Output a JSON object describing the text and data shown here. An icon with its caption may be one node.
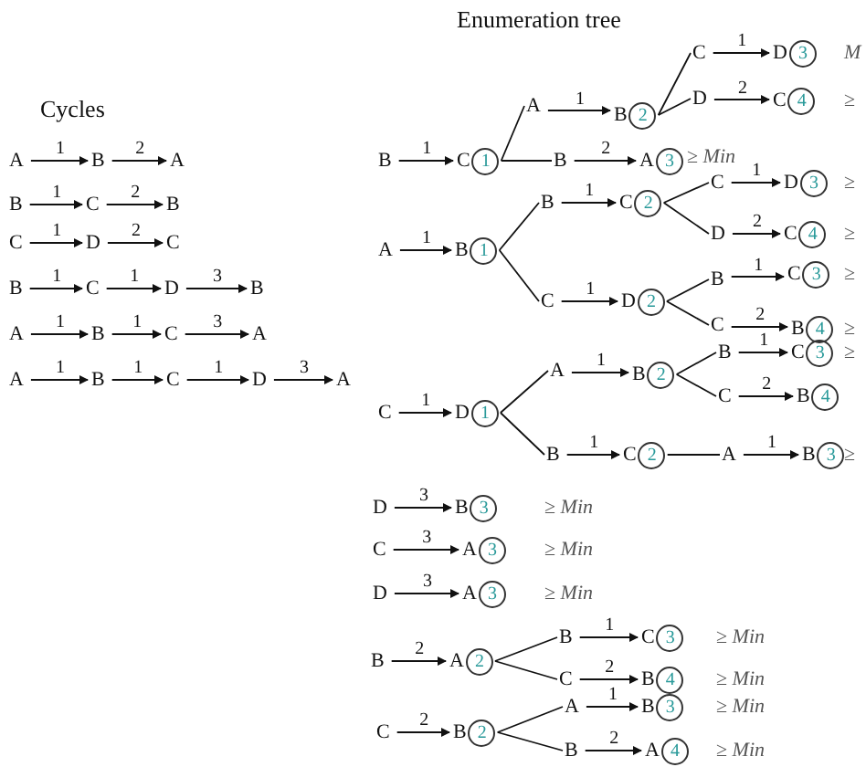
{
  "diagram": {
    "nodes": [
      {
        "text": [
          "A"
        ]
      },
      {
        "text": [
          "B"
        ]
      },
      {
        "text": [
          "A"
        ]
      },
      {
        "text": [
          "B"
        ]
      },
      {
        "text": [
          "C"
        ]
      },
      {
        "text": [
          "B"
        ]
      },
      {
        "text": [
          "C"
        ]
      },
      {
        "text": [
          "D"
        ]
      },
      {
        "text": [
          "C"
        ]
      },
      {
        "text": [
          "B"
        ]
      },
      {
        "text": [
          "C"
        ]
      },
      {
        "text": [
          "D"
        ]
      },
      {
        "text": [
          "B"
        ]
      },
      {
        "text": [
          "A"
        ]
      },
      {
        "text": [
          "B"
        ]
      },
      {
        "text": [
          "C"
        ]
      },
      {
        "text": [
          "A"
        ]
      },
      {
        "text": [
          "A"
        ]
      },
      {
        "text": [
          "B"
        ]
      },
      {
        "text": [
          "C"
        ]
      },
      {
        "text": [
          "D"
        ]
      },
      {
        "text": [
          "A"
        ]
      },
      {
        "text": [
          "B"
        ]
      },
      {
        "text": [
          "C",
          "1"
        ]
      },
      {
        "text": [
          "A"
        ]
      },
      {
        "text": [
          "B",
          "2"
        ]
      },
      {
        "text": [
          "C"
        ]
      },
      {
        "text": [
          "D",
          "3"
        ],
        "beside": [
          "*M*"
        ]
      },
      {
        "text": [
          "D"
        ]
      },
      {
        "text": [
          "C",
          "4"
        ],
        "beside": [
          "≥"
        ]
      },
      {
        "text": [
          "B"
        ]
      },
      {
        "text": [
          "A",
          "3"
        ],
        "beside": [
          "≥ *Min*"
        ]
      },
      {
        "text": [
          "A"
        ]
      },
      {
        "text": [
          "B",
          "1"
        ]
      },
      {
        "text": [
          "B"
        ]
      },
      {
        "text": [
          "C",
          "2"
        ]
      },
      {
        "text": [
          "C"
        ]
      },
      {
        "text": [
          "D",
          "3"
        ],
        "beside": [
          "≥"
        ]
      },
      {
        "text": [
          "D"
        ]
      },
      {
        "text": [
          "C",
          "4"
        ],
        "beside": [
          "≥"
        ]
      },
      {
        "text": [
          "C"
        ]
      },
      {
        "text": [
          "D",
          "2"
        ]
      },
      {
        "text": [
          "B"
        ]
      },
      {
        "text": [
          "C",
          "3"
        ],
        "beside": [
          "≥"
        ]
      },
      {
        "text": [
          "C"
        ]
      },
      {
        "text": [
          "B",
          "4"
        ],
        "beside": [
          "≥"
        ]
      },
      {
        "text": [
          "C"
        ]
      },
      {
        "text": [
          "D",
          "1"
        ]
      },
      {
        "text": [
          "A"
        ]
      },
      {
        "text": [
          "B",
          "2"
        ]
      },
      {
        "text": [
          "B"
        ]
      },
      {
        "text": [
          "C",
          "3"
        ],
        "beside": [
          "≥"
        ]
      },
      {
        "text": [
          "C"
        ]
      },
      {
        "text": [
          "B",
          "4"
        ]
      },
      {
        "text": [
          "B"
        ]
      },
      {
        "text": [
          "C",
          "2"
        ]
      },
      {
        "text": [
          "A"
        ]
      },
      {
        "text": [
          "B",
          "3"
        ],
        "beside": [
          "≥"
        ]
      },
      {
        "text": [
          "D"
        ]
      },
      {
        "text": [
          "B",
          "3"
        ],
        "beside": [
          "≥ *Min*"
        ]
      },
      {
        "text": [
          "C"
        ]
      },
      {
        "text": [
          "A",
          "3"
        ],
        "beside": [
          "≥ *Min*"
        ]
      },
      {
        "text": [
          "D"
        ]
      },
      {
        "text": [
          "A",
          "3"
        ],
        "beside": [
          "≥ *Min*"
        ]
      },
      {
        "text": [
          "B"
        ]
      },
      {
        "text": [
          "A",
          "2"
        ]
      },
      {
        "text": [
          "B"
        ]
      },
      {
        "text": [
          "C",
          "3"
        ],
        "beside": [
          "≥ *Min*"
        ]
      },
      {
        "text": [
          "C"
        ]
      },
      {
        "text": [
          "B",
          "4"
        ],
        "beside": [
          "≥ *Min*"
        ]
      },
      {
        "text": [
          "C"
        ]
      },
      {
        "text": [
          "B",
          "2"
        ]
      },
      {
        "text": [
          "A"
        ]
      },
      {
        "text": [
          "B",
          "3"
        ],
        "beside": [
          "≥ *Min*"
        ]
      },
      {
        "text": [
          "B"
        ]
      },
      {
        "text": [
          "A",
          "4"
        ],
        "beside": [
          "≥ *Min*"
        ]
      }
    ],
    "edges": [
      {
        "from": 0,
        "to": 1,
        "arrow": "to",
        "label": "1"
      },
      {
        "from": 1,
        "to": 2,
        "arrow": "to",
        "label": "2"
      },
      {
        "from": 3,
        "to": 4,
        "arrow": "to",
        "label": "1"
      },
      {
        "from": 4,
        "to": 5,
        "arrow": "to",
        "label": "2"
      },
      {
        "from": 6,
        "to": 7,
        "arrow": "to",
        "label": "1"
      },
      {
        "from": 7,
        "to": 8,
        "arrow": "to",
        "label": "2"
      },
      {
        "from": 9,
        "to": 10,
        "arrow": "to",
        "label": "1"
      },
      {
        "from": 10,
        "to": 11,
        "arrow": "to",
        "label": "1"
      },
      {
        "from": 11,
        "to": 12,
        "arrow": "to",
        "label": "3"
      },
      {
        "from": 13,
        "to": 14,
        "arrow": "to",
        "label": "1"
      },
      {
        "from": 14,
        "to": 15,
        "arrow": "to",
        "label": "1"
      },
      {
        "from": 15,
        "to": 16,
        "arrow": "to",
        "label": "3"
      },
      {
        "from": 17,
        "to": 18,
        "arrow": "to",
        "label": "1"
      },
      {
        "from": 18,
        "to": 19,
        "arrow": "to",
        "label": "1"
      },
      {
        "from": 19,
        "to": 20,
        "arrow": "to",
        "label": "1"
      },
      {
        "from": 20,
        "to": 21,
        "arrow": "to",
        "label": "3"
      },
      {
        "from": 22,
        "to": 23,
        "arrow": "to",
        "label": "1"
      },
      {
        "from": 23,
        "to": 24,
        "arrow": "none"
      },
      {
        "from": 23,
        "to": 30,
        "arrow": "none"
      },
      {
        "from": 24,
        "to": 25,
        "arrow": "to",
        "label": "1"
      },
      {
        "from": 25,
        "to": 26,
        "arrow": "none"
      },
      {
        "from": 25,
        "to": 28,
        "arrow": "none"
      },
      {
        "from": 26,
        "to": 27,
        "arrow": "to",
        "label": "1"
      },
      {
        "from": 28,
        "to": 29,
        "arrow": "to",
        "label": "2"
      },
      {
        "from": 30,
        "to": 31,
        "arrow": "to",
        "label": "2"
      },
      {
        "from": 32,
        "to": 33,
        "arrow": "to",
        "label": "1"
      },
      {
        "from": 33,
        "to": 34,
        "arrow": "none"
      },
      {
        "from": 33,
        "to": 40,
        "arrow": "none"
      },
      {
        "from": 34,
        "to": 35,
        "arrow": "to",
        "label": "1"
      },
      {
        "from": 35,
        "to": 36,
        "arrow": "none"
      },
      {
        "from": 35,
        "to": 38,
        "arrow": "none"
      },
      {
        "from": 36,
        "to": 37,
        "arrow": "to",
        "label": "1"
      },
      {
        "from": 38,
        "to": 39,
        "arrow": "to",
        "label": "2"
      },
      {
        "from": 40,
        "to": 41,
        "arrow": "to",
        "label": "1"
      },
      {
        "from": 41,
        "to": 42,
        "arrow": "none"
      },
      {
        "from": 41,
        "to": 44,
        "arrow": "none"
      },
      {
        "from": 42,
        "to": 43,
        "arrow": "to",
        "label": "1"
      },
      {
        "from": 44,
        "to": 45,
        "arrow": "to",
        "label": "2"
      },
      {
        "from": 46,
        "to": 47,
        "arrow": "to",
        "label": "1"
      },
      {
        "from": 47,
        "to": 48,
        "arrow": "none"
      },
      {
        "from": 47,
        "to": 54,
        "arrow": "none"
      },
      {
        "from": 48,
        "to": 49,
        "arrow": "to",
        "label": "1"
      },
      {
        "from": 49,
        "to": 50,
        "arrow": "none"
      },
      {
        "from": 49,
        "to": 52,
        "arrow": "none"
      },
      {
        "from": 50,
        "to": 51,
        "arrow": "to",
        "label": "1"
      },
      {
        "from": 52,
        "to": 53,
        "arrow": "to",
        "label": "2"
      },
      {
        "from": 54,
        "to": 55,
        "arrow": "to",
        "label": "1"
      },
      {
        "from": 55,
        "to": 56,
        "arrow": "none"
      },
      {
        "from": 56,
        "to": 57,
        "arrow": "to",
        "label": "1"
      },
      {
        "from": 58,
        "to": 59,
        "arrow": "to",
        "label": "3"
      },
      {
        "from": 60,
        "to": 61,
        "arrow": "to",
        "label": "3"
      },
      {
        "from": 62,
        "to": 63,
        "arrow": "to",
        "label": "3"
      },
      {
        "from": 64,
        "to": 65,
        "arrow": "to",
        "label": "2"
      },
      {
        "from": 65,
        "to": 66,
        "arrow": "none"
      },
      {
        "from": 65,
        "to": 68,
        "arrow": "none"
      },
      {
        "from": 66,
        "to": 67,
        "arrow": "to",
        "label": "1"
      },
      {
        "from": 68,
        "to": 69,
        "arrow": "to",
        "label": "2"
      },
      {
        "from": 70,
        "to": 71,
        "arrow": "to",
        "label": "2"
      },
      {
        "from": 71,
        "to": 72,
        "arrow": "none"
      },
      {
        "from": 71,
        "to": 74,
        "arrow": "none"
      },
      {
        "from": 72,
        "to": 73,
        "arrow": "to",
        "label": "1"
      },
      {
        "from": 74,
        "to": 75,
        "arrow": "to",
        "label": "2"
      }
    ],
    "labels": [
      "Enumeration tree",
      "Cycles"
    ]
  }
}
